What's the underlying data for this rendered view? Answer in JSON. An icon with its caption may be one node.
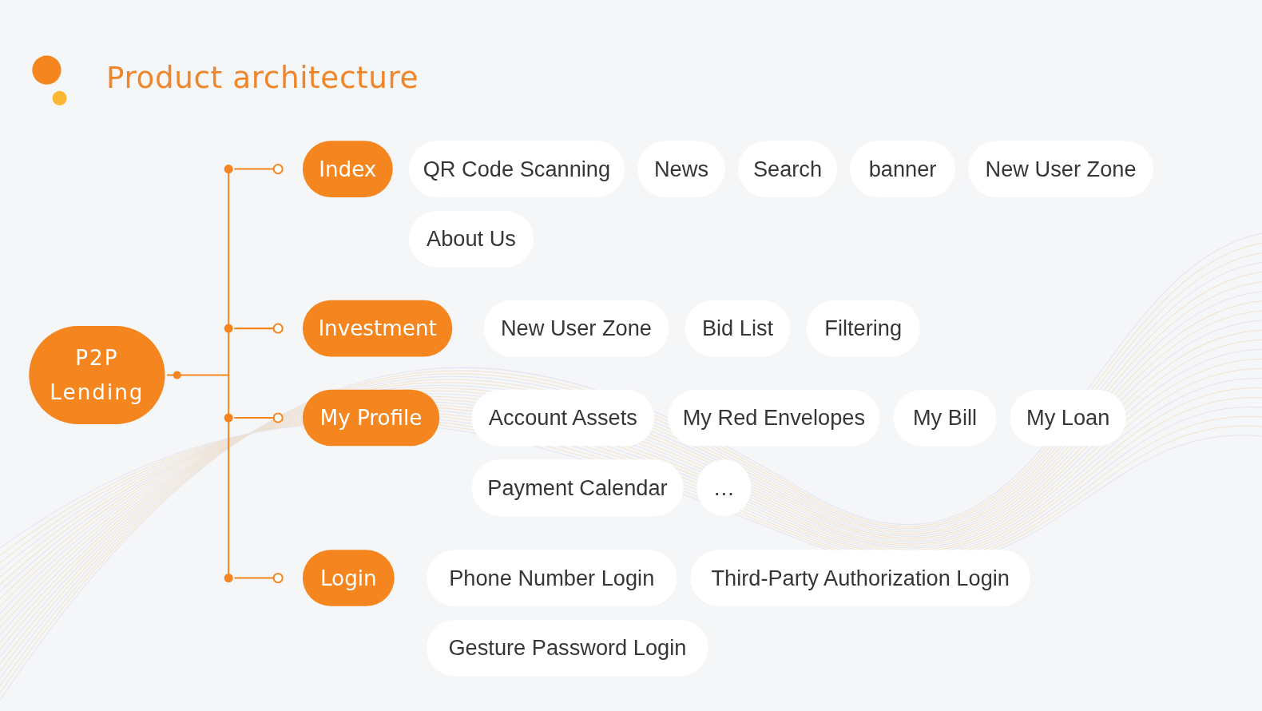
{
  "diagram": {
    "title": "Product architecture",
    "nodes": [
      {
        "text": [
          "P2P Lending"
        ]
      },
      {
        "text": [
          "Index"
        ]
      },
      {
        "text": [
          "QR Code Scanning"
        ]
      },
      {
        "text": [
          "News"
        ]
      },
      {
        "text": [
          "Search"
        ]
      },
      {
        "text": [
          "banner"
        ]
      },
      {
        "text": [
          "New User Zone"
        ]
      },
      {
        "text": [
          "About Us"
        ]
      },
      {
        "text": [
          "Investment"
        ]
      },
      {
        "text": [
          "New User Zone"
        ]
      },
      {
        "text": [
          "Bid List"
        ]
      },
      {
        "text": [
          "Filtering"
        ]
      },
      {
        "text": [
          "My Profile"
        ]
      },
      {
        "text": [
          "Account Assets"
        ]
      },
      {
        "text": [
          "My Red Envelopes"
        ]
      },
      {
        "text": [
          "My Bill"
        ]
      },
      {
        "text": [
          "My Loan"
        ]
      },
      {
        "text": [
          "Payment Calendar"
        ]
      },
      {
        "text": [
          "…"
        ]
      },
      {
        "text": [
          "Login"
        ]
      },
      {
        "text": [
          "Phone Number Login"
        ]
      },
      {
        "text": [
          "Third-Party Authorization Login"
        ]
      },
      {
        "text": [
          "Gesture Password Login"
        ]
      }
    ],
    "edges": [
      {
        "from": 0,
        "to": 1,
        "arrow": "other"
      },
      {
        "from": 0,
        "to": 8,
        "arrow": "other"
      },
      {
        "from": 0,
        "to": 12,
        "arrow": "other"
      },
      {
        "from": 0,
        "to": 19,
        "arrow": "other"
      }
    ]
  }
}
